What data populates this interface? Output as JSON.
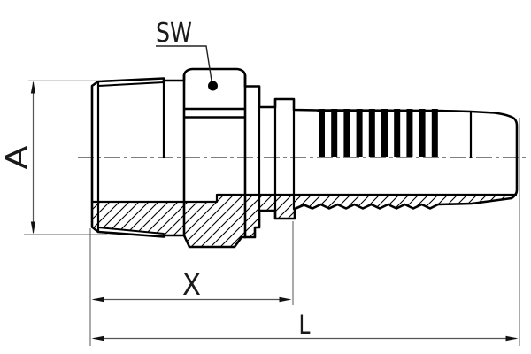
{
  "drawing": {
    "type": "technical-drawing-hose-fitting-section",
    "labels": {
      "sw": "SW",
      "a": "A",
      "x": "X",
      "l": "L"
    },
    "colors": {
      "background": "#ffffff",
      "part_line": "#000000",
      "dimension_line": "#555555",
      "text": "#1a1a1a"
    }
  }
}
